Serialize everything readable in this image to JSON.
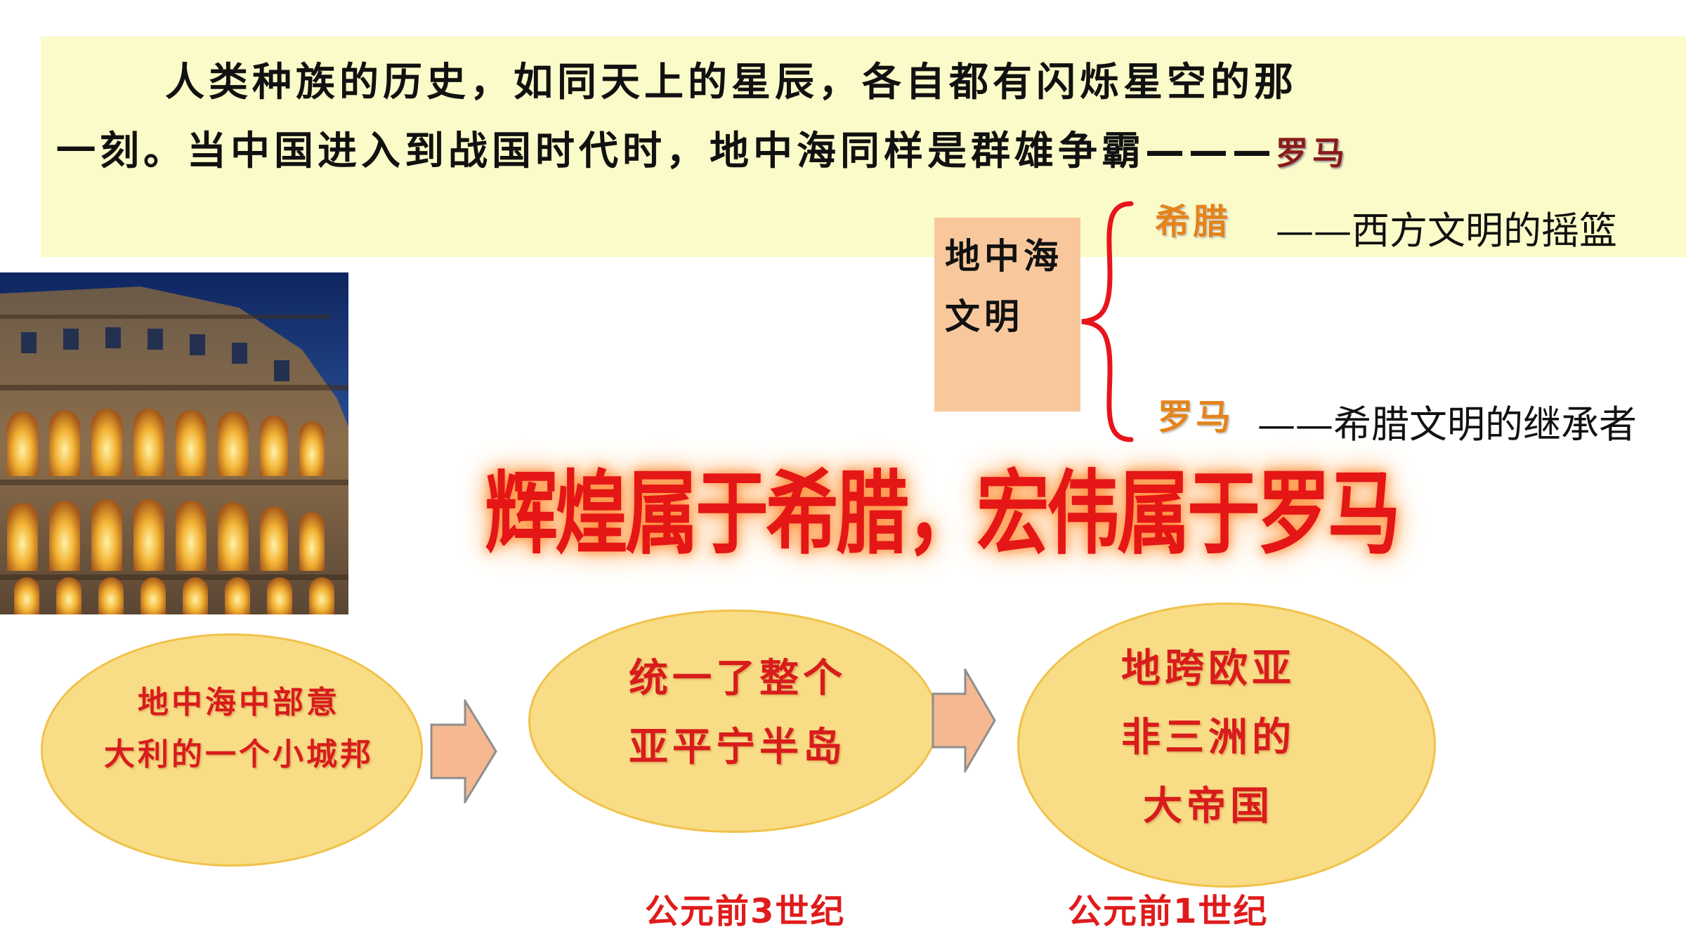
{
  "intro": {
    "line1": "人类种族的历史，如同天上的星辰，各自都有闪烁星空的那",
    "line2": "一刻。当中国进入到战国时代时，地中海同样是群雄争霸———",
    "line2_end": "罗马"
  },
  "civilization": {
    "label": "地中海文明",
    "branches": [
      {
        "name": "希腊",
        "desc": "——西方文明的摇篮"
      },
      {
        "name": "罗马",
        "desc": "——希腊文明的继承者"
      }
    ]
  },
  "motto": "辉煌属于希腊，宏伟属于罗马",
  "stages": [
    {
      "text": "地中海中部意大利的一个小城邦"
    },
    {
      "text": "统一了整个亚平宁半岛",
      "date": "公元前3世纪"
    },
    {
      "text": "地跨欧亚非三洲的大帝国",
      "date": "公元前1世纪"
    }
  ],
  "colors": {
    "intro_bg": "#fbfbc9",
    "civ_box_bg": "#f8c89c",
    "ellipse_fill": "#f9dc86",
    "arrow_fill": "#f5b890",
    "accent_red": "#e01b1b",
    "branch_orange": "#e4841c",
    "bracket_red": "#e8141c"
  },
  "icons": {
    "photo": "colosseum-photo",
    "arrow": "right-arrow-icon",
    "bracket": "curly-brace"
  }
}
